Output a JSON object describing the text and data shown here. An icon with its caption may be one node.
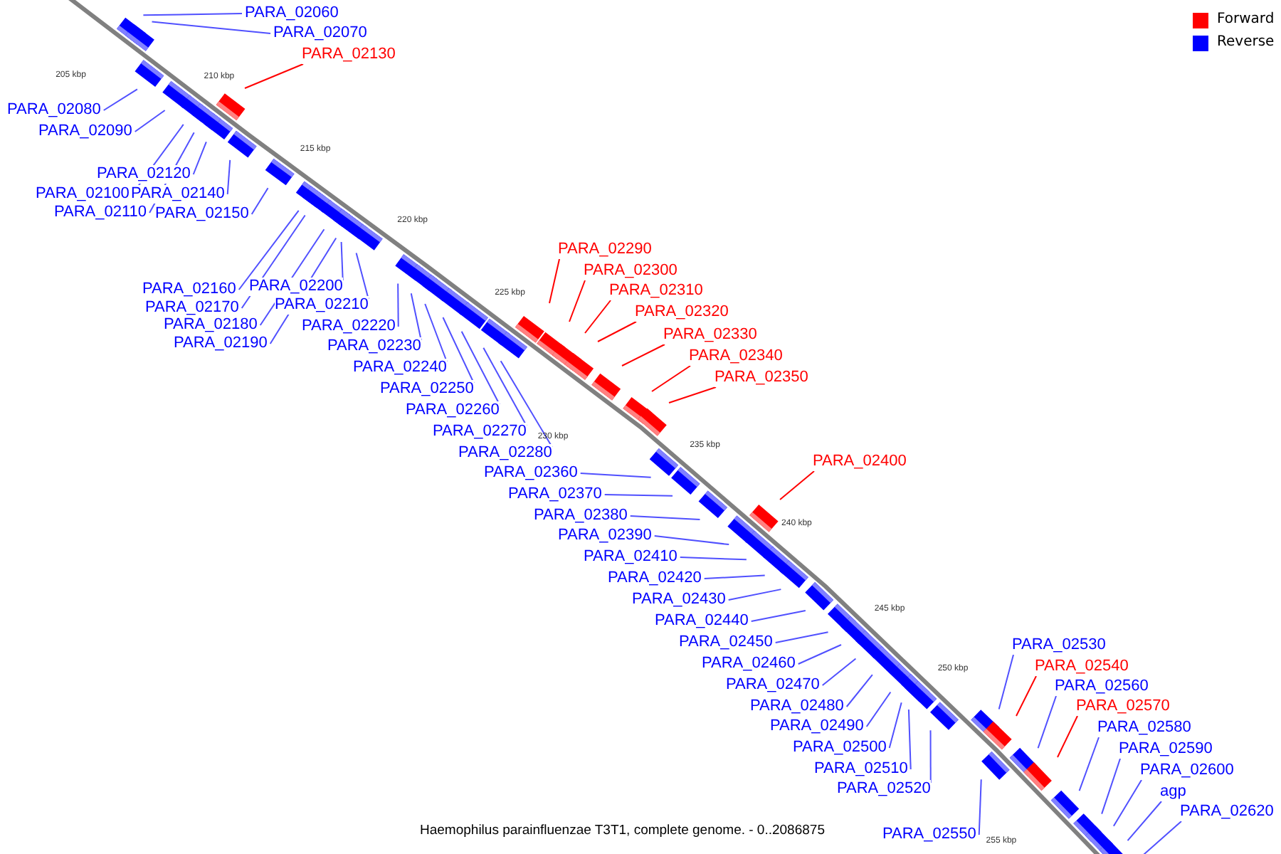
{
  "diagram": {
    "caption": "Haemophilus parainfluenzae T3T1, complete genome. - 0..2086875",
    "nodes": [
      {
        "text": [
          "PARA_02060"
        ]
      },
      {
        "text": [
          "PARA_02070"
        ]
      },
      {
        "text": [
          "PARA_02130"
        ]
      },
      {
        "text": [
          "PARA_02080"
        ]
      },
      {
        "text": [
          "PARA_02090"
        ]
      },
      {
        "text": [
          "PARA_02120"
        ]
      },
      {
        "text": [
          "PARA_02100"
        ]
      },
      {
        "text": [
          "PARA_02140"
        ]
      },
      {
        "text": [
          "PARA_02110"
        ]
      },
      {
        "text": [
          "PARA_02150"
        ]
      },
      {
        "text": [
          "PARA_02160"
        ]
      },
      {
        "text": [
          "PARA_02200"
        ]
      },
      {
        "text": [
          "PARA_02170"
        ]
      },
      {
        "text": [
          "PARA_02210"
        ]
      },
      {
        "text": [
          "PARA_02180"
        ]
      },
      {
        "text": [
          "PARA_02220"
        ]
      },
      {
        "text": [
          "PARA_02190"
        ]
      },
      {
        "text": [
          "PARA_02230"
        ]
      },
      {
        "text": [
          "PARA_02240"
        ]
      },
      {
        "text": [
          "PARA_02250"
        ]
      },
      {
        "text": [
          "PARA_02260"
        ]
      },
      {
        "text": [
          "PARA_02270"
        ]
      },
      {
        "text": [
          "PARA_02280"
        ]
      },
      {
        "text": [
          "PARA_02290"
        ]
      },
      {
        "text": [
          "PARA_02300"
        ]
      },
      {
        "text": [
          "PARA_02310"
        ]
      },
      {
        "text": [
          "PARA_02320"
        ]
      },
      {
        "text": [
          "PARA_02330"
        ]
      },
      {
        "text": [
          "PARA_02340"
        ]
      },
      {
        "text": [
          "PARA_02350"
        ]
      },
      {
        "text": [
          "PARA_02400"
        ]
      },
      {
        "text": [
          "PARA_02360"
        ]
      },
      {
        "text": [
          "PARA_02370"
        ]
      },
      {
        "text": [
          "PARA_02380"
        ]
      },
      {
        "text": [
          "PARA_02390"
        ]
      },
      {
        "text": [
          "PARA_02410"
        ]
      },
      {
        "text": [
          "PARA_02420"
        ]
      },
      {
        "text": [
          "PARA_02430"
        ]
      },
      {
        "text": [
          "PARA_02440"
        ]
      },
      {
        "text": [
          "PARA_02450"
        ]
      },
      {
        "text": [
          "PARA_02460"
        ]
      },
      {
        "text": [
          "PARA_02470"
        ]
      },
      {
        "text": [
          "PARA_02480"
        ]
      },
      {
        "text": [
          "PARA_02490"
        ]
      },
      {
        "text": [
          "PARA_02500"
        ]
      },
      {
        "text": [
          "PARA_02510"
        ]
      },
      {
        "text": [
          "PARA_02520"
        ]
      },
      {
        "text": [
          "PARA_02530"
        ]
      },
      {
        "text": [
          "PARA_02540"
        ]
      },
      {
        "text": [
          "PARA_02560"
        ]
      },
      {
        "text": [
          "PARA_02570"
        ]
      },
      {
        "text": [
          "PARA_02580"
        ]
      },
      {
        "text": [
          "PARA_02590"
        ]
      },
      {
        "text": [
          "PARA_02600"
        ]
      },
      {
        "text": [
          "agp"
        ]
      },
      {
        "text": [
          "PARA_02620"
        ]
      },
      {
        "text": [
          "PARA_02550"
        ]
      }
    ],
    "edges": [
      {
        "from": 0,
        "to": null,
        "arrow": "none"
      },
      {
        "from": 1,
        "to": null,
        "arrow": "none"
      },
      {
        "from": 2,
        "to": null,
        "arrow": "none",
        "color": "#ff0000"
      },
      {
        "from": 3,
        "to": null,
        "arrow": "none"
      },
      {
        "from": 4,
        "to": null,
        "arrow": "none"
      },
      {
        "from": 5,
        "to": null,
        "arrow": "none"
      },
      {
        "from": 6,
        "to": null,
        "arrow": "none"
      },
      {
        "from": 7,
        "to": null,
        "arrow": "none"
      },
      {
        "from": 8,
        "to": null,
        "arrow": "none"
      },
      {
        "from": 9,
        "to": null,
        "arrow": "none"
      },
      {
        "from": 10,
        "to": null,
        "arrow": "none"
      },
      {
        "from": 11,
        "to": null,
        "arrow": "none"
      },
      {
        "from": 12,
        "to": null,
        "arrow": "none"
      },
      {
        "from": 13,
        "to": null,
        "arrow": "none"
      },
      {
        "from": 14,
        "to": null,
        "arrow": "none"
      },
      {
        "from": 15,
        "to": null,
        "arrow": "none"
      },
      {
        "from": 16,
        "to": null,
        "arrow": "none"
      },
      {
        "from": 17,
        "to": null,
        "arrow": "none"
      },
      {
        "from": 18,
        "to": null,
        "arrow": "none"
      },
      {
        "from": 19,
        "to": null,
        "arrow": "none"
      },
      {
        "from": 20,
        "to": null,
        "arrow": "none"
      },
      {
        "from": 21,
        "to": null,
        "arrow": "none"
      },
      {
        "from": 22,
        "to": null,
        "arrow": "none"
      },
      {
        "from": 23,
        "to": null,
        "arrow": "none",
        "color": "#ff0000"
      },
      {
        "from": 24,
        "to": null,
        "arrow": "none",
        "color": "#ff0000"
      },
      {
        "from": 25,
        "to": null,
        "arrow": "none",
        "color": "#ff0000"
      },
      {
        "from": 26,
        "to": null,
        "arrow": "none",
        "color": "#ff0000"
      },
      {
        "from": 27,
        "to": null,
        "arrow": "none",
        "color": "#ff0000"
      },
      {
        "from": 28,
        "to": null,
        "arrow": "none",
        "color": "#ff0000"
      },
      {
        "from": 29,
        "to": null,
        "arrow": "none",
        "color": "#ff0000"
      },
      {
        "from": 30,
        "to": null,
        "arrow": "none",
        "color": "#ff0000"
      },
      {
        "from": 31,
        "to": null,
        "arrow": "none"
      },
      {
        "from": 32,
        "to": null,
        "arrow": "none"
      },
      {
        "from": 33,
        "to": null,
        "arrow": "none"
      },
      {
        "from": 34,
        "to": null,
        "arrow": "none"
      },
      {
        "from": 35,
        "to": null,
        "arrow": "none"
      },
      {
        "from": 36,
        "to": null,
        "arrow": "none"
      },
      {
        "from": 37,
        "to": null,
        "arrow": "none"
      },
      {
        "from": 38,
        "to": null,
        "arrow": "none"
      },
      {
        "from": 39,
        "to": null,
        "arrow": "none"
      },
      {
        "from": 40,
        "to": null,
        "arrow": "none"
      },
      {
        "from": 41,
        "to": null,
        "arrow": "none"
      },
      {
        "from": 42,
        "to": null,
        "arrow": "none"
      },
      {
        "from": 43,
        "to": null,
        "arrow": "none"
      },
      {
        "from": 44,
        "to": null,
        "arrow": "none"
      },
      {
        "from": 45,
        "to": null,
        "arrow": "none"
      },
      {
        "from": 46,
        "to": null,
        "arrow": "none"
      },
      {
        "from": 47,
        "to": null,
        "arrow": "none"
      },
      {
        "from": 48,
        "to": null,
        "arrow": "none",
        "color": "#ff0000"
      },
      {
        "from": 49,
        "to": null,
        "arrow": "none"
      },
      {
        "from": 50,
        "to": null,
        "arrow": "none",
        "color": "#ff0000"
      },
      {
        "from": 51,
        "to": null,
        "arrow": "none"
      },
      {
        "from": 52,
        "to": null,
        "arrow": "none"
      },
      {
        "from": 53,
        "to": null,
        "arrow": "none"
      },
      {
        "from": 54,
        "to": null,
        "arrow": "none"
      },
      {
        "from": 55,
        "to": null,
        "arrow": "none"
      },
      {
        "from": 56,
        "to": null,
        "arrow": "none"
      }
    ],
    "labels": [
      "205 kbp",
      "210 kbp",
      "215 kbp",
      "220 kbp",
      "225 kbp",
      "230 kbp",
      "235 kbp",
      "240 kbp",
      "245 kbp",
      "250 kbp",
      "255 kbp"
    ],
    "legend": [
      {
        "text": "Forward",
        "color": "#ff0000"
      },
      {
        "text": "Reverse",
        "color": "#0000ff"
      }
    ]
  }
}
